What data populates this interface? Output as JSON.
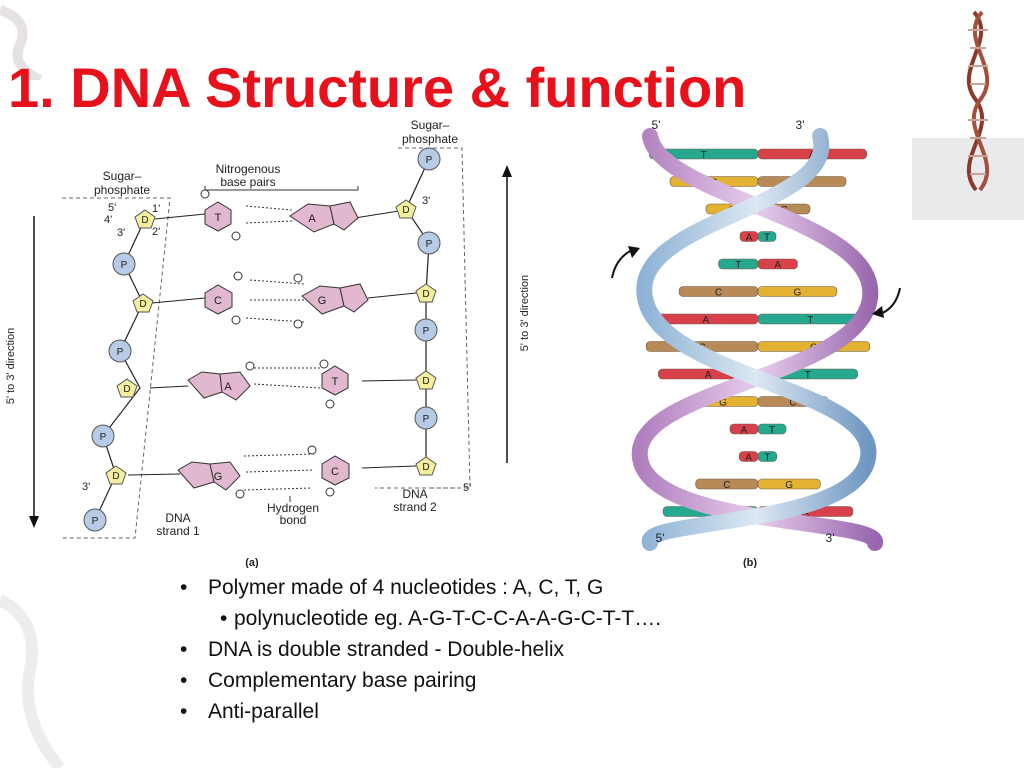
{
  "slide": {
    "title": "1. DNA Structure & function",
    "bullets": [
      {
        "text": "Polymer made of 4 nucleotides : A, C, T, G",
        "level": 1
      },
      {
        "text": "polynucleotide eg.  A-G-T-C-C-A-A-G-C-T-T….",
        "level": 2
      },
      {
        "text": "DNA is double stranded - Double-helix",
        "level": 1
      },
      {
        "text": "Complementary base pairing",
        "level": 1
      },
      {
        "text": "Anti-parallel",
        "level": 1
      }
    ]
  },
  "figure_a": {
    "panel_label": "(a)",
    "sugar_phosphate_left": [
      "Sugar–",
      "phosphate"
    ],
    "sugar_phosphate_right": [
      "Sugar–",
      "phosphate"
    ],
    "base_pairs_label": [
      "Nitrogenous",
      "base pairs"
    ],
    "direction_label": "5' to 3' direction",
    "strand1_label": [
      "DNA",
      "strand 1"
    ],
    "strand2_label": [
      "DNA",
      "strand 2"
    ],
    "hydrogen_bond_label": [
      "Hydrogen",
      "bond"
    ],
    "phosphate_symbol": "P",
    "sugar_symbol": "D",
    "carbon_labels": {
      "five": "5'",
      "four": "4'",
      "three": "3'",
      "one": "1'",
      "two": "2'"
    },
    "prime_left_top": "3'",
    "prime_left_bottom": "3'",
    "prime_right_top": "3'",
    "prime_right_bottom": "5'",
    "pairs": [
      {
        "left": "T",
        "right": "A"
      },
      {
        "left": "C",
        "right": "G"
      },
      {
        "left": "A",
        "right": "T"
      },
      {
        "left": "G",
        "right": "C"
      }
    ]
  },
  "figure_b": {
    "panel_label": "(b)",
    "top_left": "5'",
    "top_right": "3'",
    "bottom_left": "5'",
    "bottom_right": "3'",
    "rungs": [
      {
        "left": "T",
        "right": "A"
      },
      {
        "left": "G",
        "right": "C"
      },
      {
        "left": "G",
        "right": "C"
      },
      {
        "left": "A",
        "right": "T"
      },
      {
        "left": "T",
        "right": "A"
      },
      {
        "left": "C",
        "right": "G"
      },
      {
        "left": "A",
        "right": "T"
      },
      {
        "left": "C",
        "right": "G"
      },
      {
        "left": "A",
        "right": "T"
      },
      {
        "left": "G",
        "right": "C"
      },
      {
        "left": "A",
        "right": "T"
      },
      {
        "left": "A",
        "right": "T"
      },
      {
        "left": "C",
        "right": "G"
      },
      {
        "left": "T",
        "right": "A"
      }
    ],
    "base_colors": {
      "A": "#d8414a",
      "T": "#26a88f",
      "G": "#e3b232",
      "C": "#b88a57"
    }
  }
}
